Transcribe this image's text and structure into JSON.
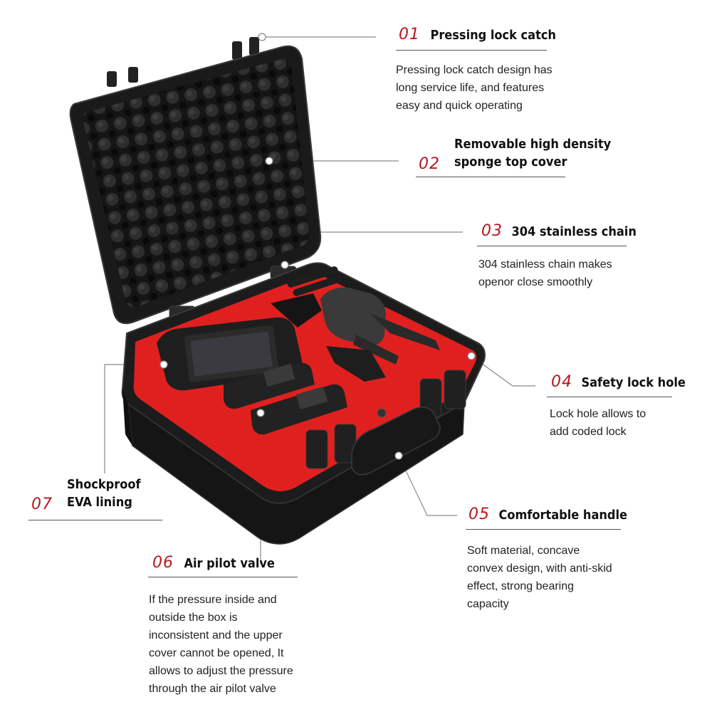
{
  "features": [
    {
      "number": "01",
      "title": "Pressing lock catch",
      "description": [
        "Pressing lock catch design has",
        "long service life, and features",
        "easy and quick operating"
      ]
    },
    {
      "number": "02",
      "title_lines": [
        "Removable high density",
        "sponge top cover"
      ]
    },
    {
      "number": "03",
      "title": "304 stainless chain",
      "description": [
        "304 stainless chain makes",
        "openor close smoothly"
      ]
    },
    {
      "number": "04",
      "title": "Safety lock hole",
      "description": [
        "Lock hole allows to",
        "add coded lock"
      ]
    },
    {
      "number": "05",
      "title": "Comfortable handle",
      "description": [
        "Soft material, concave",
        "convex design, with anti-skid",
        "effect, strong bearing",
        "capacity"
      ]
    },
    {
      "number": "06",
      "title": "Air pilot valve",
      "description": [
        "If the pressure inside and",
        "outside the box is",
        "inconsistent and the upper",
        "cover cannot be opened, It",
        "allows to adjust the pressure",
        "through the air pilot valve"
      ]
    },
    {
      "number": "07",
      "title_lines": [
        "Shockproof",
        "EVA lining"
      ]
    }
  ],
  "colors": {
    "accent": "#b3191e",
    "foam_lining": "#e0201f",
    "case_body": "#1c1c1c"
  }
}
